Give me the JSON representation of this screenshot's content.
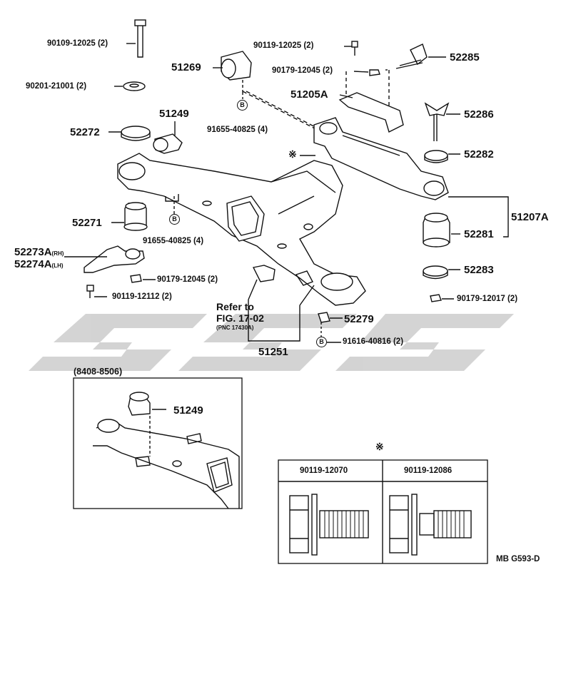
{
  "watermark": {
    "text": "ggg",
    "color": "#c8c8c8"
  },
  "labels": {
    "p90109_12025": "90109-12025 (2)",
    "p90201_21001": "90201-21001 (2)",
    "p51269": "51269",
    "p90119_12025": "90119-12025 (2)",
    "p90179_12045_top": "90179-12045 (2)",
    "p52285": "52285",
    "p51205A": "51205A",
    "p52286": "52286",
    "p52282": "52282",
    "p91655_40825_a": "91655-40825 (4)",
    "p52272": "52272",
    "p51249": "51249",
    "p52271": "52271",
    "p91655_40825_b": "91655-40825 (4)",
    "p52273A": "52273A",
    "p52273A_side": "(RH)",
    "p52274A": "52274A",
    "p52274A_side": "(LH)",
    "p90179_12045_bot": "90179-12045 (2)",
    "p90119_12112": "90119-12112 (2)",
    "p51207A": "51207A",
    "p52281": "52281",
    "p52283": "52283",
    "p90179_12017": "90179-12017 (2)",
    "p52279": "52279",
    "p91616_40816": "91616-40816 (2)",
    "p51251": "51251",
    "b_marker": "B",
    "asterisk": "※",
    "refer_line1": "Refer to",
    "refer_line2": "FIG. 17-02",
    "refer_line3": "(PNC 17430A)",
    "inset_range": "(8408-8506)",
    "inset_51249": "51249",
    "table_col1": "90119-12070",
    "table_col2": "90119-12086",
    "figure_code": "MB G593-D"
  }
}
